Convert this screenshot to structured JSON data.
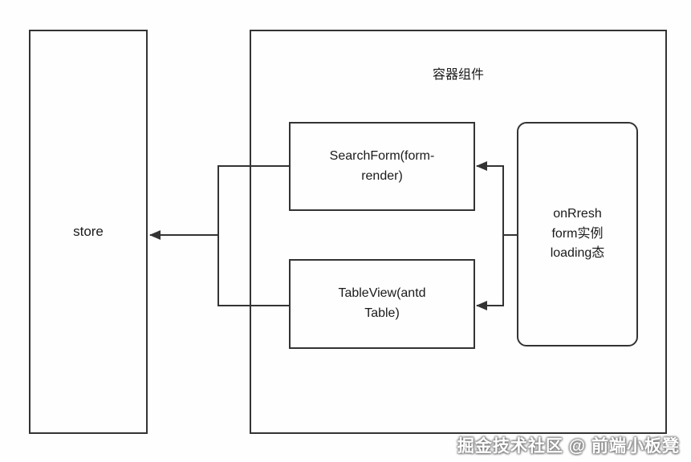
{
  "diagram": {
    "store": {
      "label": "store"
    },
    "container": {
      "label": "容器组件"
    },
    "search_form": {
      "label": "SearchForm(form-\nrender)"
    },
    "table_view": {
      "label": "TableView(antd\nTable)"
    },
    "refresh": {
      "label": "onRresh\nform实例\nloading态"
    }
  },
  "watermark": "掘金技术社区 @ 前端小板凳",
  "colors": {
    "line": "#333333",
    "background": "#fefefe",
    "text": "#1a1a1a",
    "watermark": "#ffffff"
  }
}
